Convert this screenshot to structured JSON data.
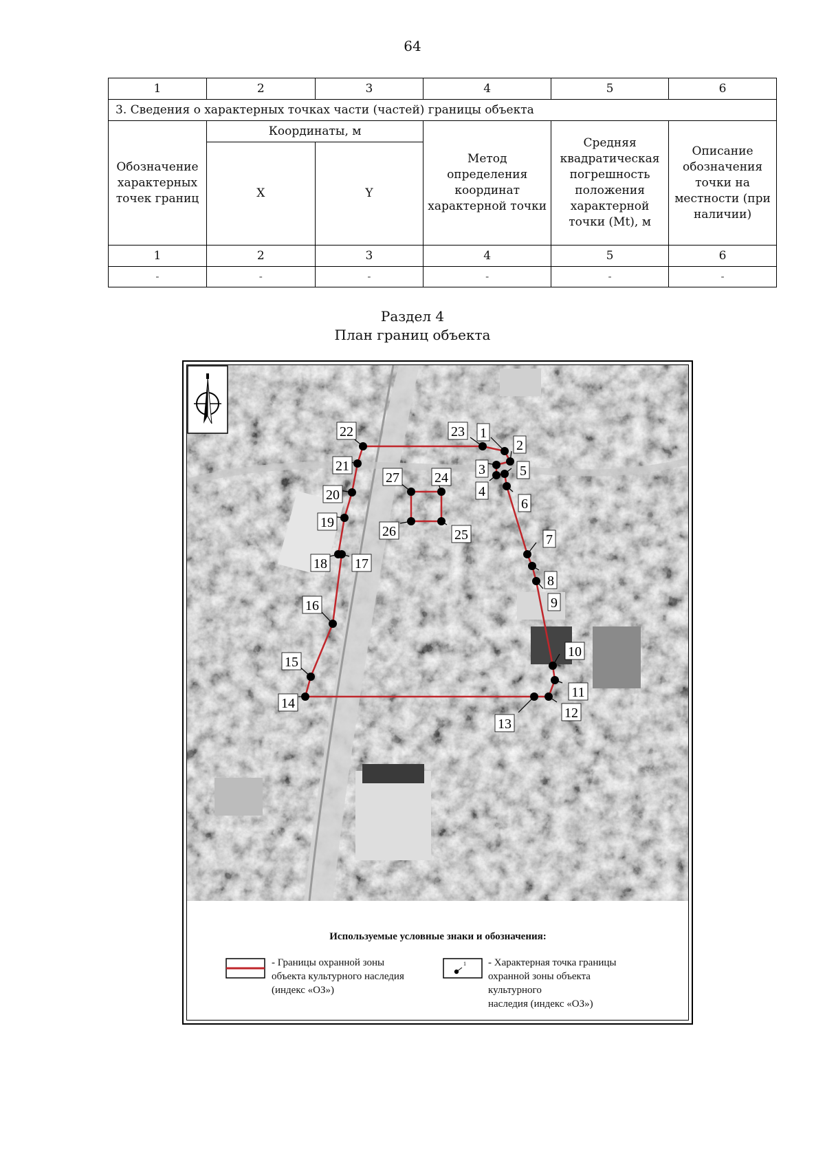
{
  "page_number": "64",
  "table": {
    "index_row": [
      "1",
      "2",
      "3",
      "4",
      "5",
      "6"
    ],
    "section_row": "3. Сведения о характерных точках части (частей) границы объекта",
    "col_point_designation": "Обозначение характерных точек границ",
    "col_coordinates": "Координаты, м",
    "col_x": "X",
    "col_y": "Y",
    "col_method": "Метод определения координат характерной точки",
    "col_error": "Средняя квадратическая погрешность положения характерной точки (Mt), м",
    "col_description": "Описание обозначения точки на местности (при наличии)",
    "number_row": [
      "1",
      "2",
      "3",
      "4",
      "5",
      "6"
    ],
    "empty_row": [
      "-",
      "-",
      "-",
      "-",
      "-",
      "-"
    ]
  },
  "section": {
    "title": "Раздел 4",
    "subtitle": "План границ объекта"
  },
  "map": {
    "boundary_color": "#c0262b",
    "compass_icon": "north-arrow-icon",
    "point_labels": [
      "1",
      "2",
      "3",
      "4",
      "5",
      "6",
      "7",
      "8",
      "9",
      "10",
      "11",
      "12",
      "13",
      "14",
      "15",
      "16",
      "17",
      "18",
      "19",
      "20",
      "21",
      "22",
      "23",
      "24",
      "25",
      "26",
      "27"
    ]
  },
  "legend": {
    "title": "Используемые условные знаки и обозначения:",
    "boundary_text": "- Границы охранной зоны\nобъекта культурного наследия\n(индекс «ОЗ»)",
    "point_text": "- Характерная точка границы\nохранной зоны объекта\nкультурного\nнаследия (индекс «ОЗ»)",
    "point_icon_label": "1"
  }
}
